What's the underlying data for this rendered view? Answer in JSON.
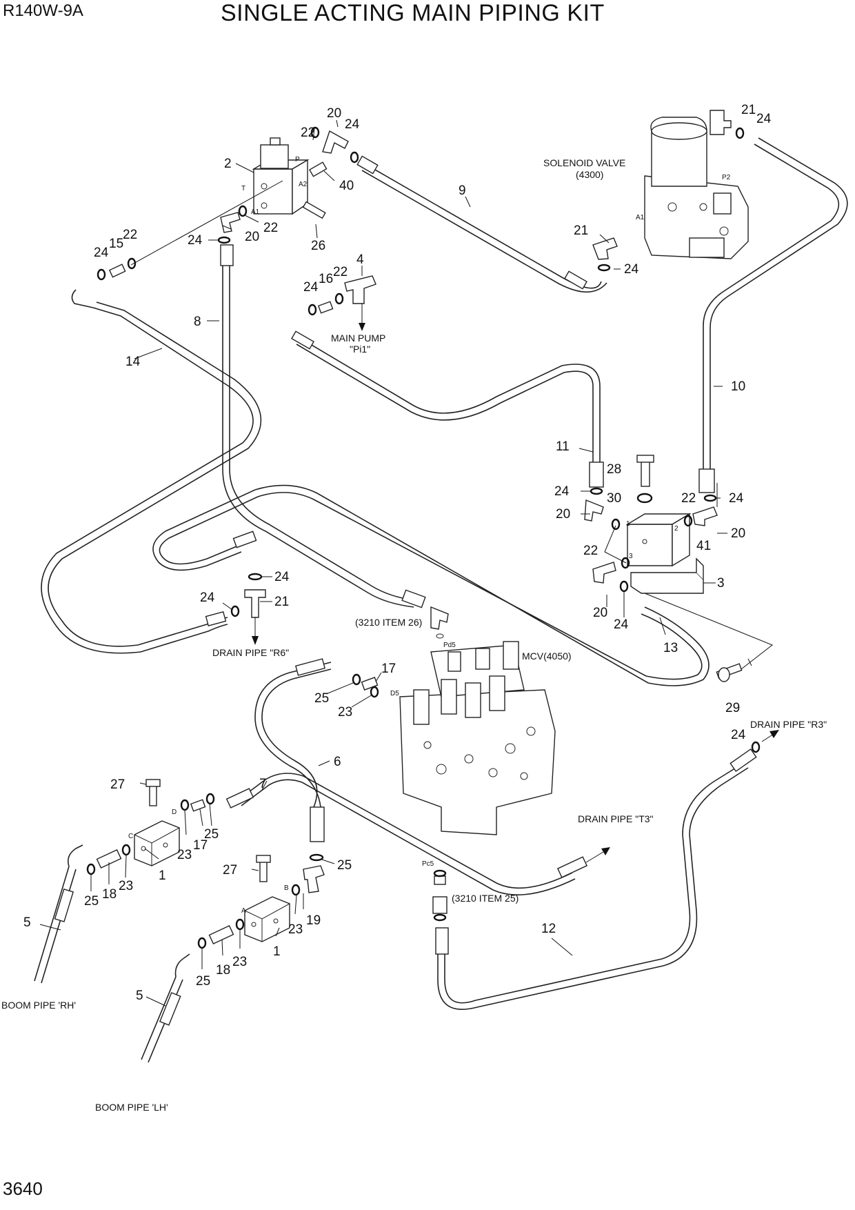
{
  "header": {
    "model": "R140W-9A",
    "title": "SINGLE ACTING MAIN PIPING KIT"
  },
  "page_number": "3640",
  "notes": {
    "solenoid_valve": "SOLENOID VALVE",
    "solenoid_valve_num": "(4300)",
    "main_pump": "MAIN PUMP",
    "main_pump_port": "\"Pi1\"",
    "drain_r6": "DRAIN PIPE \"R6\"",
    "drain_r3": "DRAIN PIPE \"R3\"",
    "drain_t3": "DRAIN PIPE \"T3\"",
    "mcv": "MCV(4050)",
    "item26": "(3210 ITEM 26)",
    "item25": "(3210 ITEM 25)",
    "boom_rh": "BOOM PIPE 'RH'",
    "boom_lh": "BOOM PIPE 'LH'"
  },
  "ports": {
    "P": "P",
    "T": "T",
    "A1": "A1",
    "A2": "A2",
    "P2": "P2",
    "one": "1",
    "two": "2",
    "three": "3",
    "Pd5": "Pd5",
    "D5": "D5",
    "Pc5": "Pc5",
    "A": "A",
    "B": "B",
    "C": "C",
    "D": "D"
  },
  "callouts": [
    {
      "id": "c1",
      "text": "2"
    },
    {
      "id": "c2",
      "text": "22"
    },
    {
      "id": "c3",
      "text": "20"
    },
    {
      "id": "c4",
      "text": "24"
    },
    {
      "id": "c5",
      "text": "40"
    },
    {
      "id": "c6",
      "text": "22"
    },
    {
      "id": "c7",
      "text": "20"
    },
    {
      "id": "c8",
      "text": "26"
    },
    {
      "id": "c9",
      "text": "24"
    },
    {
      "id": "c10",
      "text": "15"
    },
    {
      "id": "c11",
      "text": "22"
    },
    {
      "id": "c12",
      "text": "24"
    },
    {
      "id": "c13",
      "text": "9"
    },
    {
      "id": "c14",
      "text": "21"
    },
    {
      "id": "c15",
      "text": "24"
    },
    {
      "id": "c16",
      "text": "21"
    },
    {
      "id": "c17",
      "text": "24"
    },
    {
      "id": "c18",
      "text": "4"
    },
    {
      "id": "c19",
      "text": "16"
    },
    {
      "id": "c20",
      "text": "22"
    },
    {
      "id": "c21",
      "text": "24"
    },
    {
      "id": "c22",
      "text": "8"
    },
    {
      "id": "c23",
      "text": "14"
    },
    {
      "id": "c24",
      "text": "10"
    },
    {
      "id": "c25",
      "text": "11"
    },
    {
      "id": "c26",
      "text": "28"
    },
    {
      "id": "c27",
      "text": "24"
    },
    {
      "id": "c28",
      "text": "30"
    },
    {
      "id": "c29",
      "text": "22"
    },
    {
      "id": "c30",
      "text": "24"
    },
    {
      "id": "c31",
      "text": "20"
    },
    {
      "id": "c32",
      "text": "20"
    },
    {
      "id": "c33",
      "text": "41"
    },
    {
      "id": "c34",
      "text": "22"
    },
    {
      "id": "c35",
      "text": "3"
    },
    {
      "id": "c36",
      "text": "20"
    },
    {
      "id": "c37",
      "text": "24"
    },
    {
      "id": "c38",
      "text": "13"
    },
    {
      "id": "c39",
      "text": "24"
    },
    {
      "id": "c40",
      "text": "24"
    },
    {
      "id": "c41",
      "text": "21"
    },
    {
      "id": "c42",
      "text": "17"
    },
    {
      "id": "c43",
      "text": "25"
    },
    {
      "id": "c44",
      "text": "23"
    },
    {
      "id": "c45",
      "text": "29"
    },
    {
      "id": "c46",
      "text": "24"
    },
    {
      "id": "c47",
      "text": "6"
    },
    {
      "id": "c48",
      "text": "27"
    },
    {
      "id": "c49",
      "text": "7"
    },
    {
      "id": "c50",
      "text": "25"
    },
    {
      "id": "c51",
      "text": "17"
    },
    {
      "id": "c52",
      "text": "23"
    },
    {
      "id": "c53",
      "text": "23"
    },
    {
      "id": "c54",
      "text": "1"
    },
    {
      "id": "c55",
      "text": "18"
    },
    {
      "id": "c56",
      "text": "25"
    },
    {
      "id": "c57",
      "text": "5"
    },
    {
      "id": "c58",
      "text": "27"
    },
    {
      "id": "c59",
      "text": "25"
    },
    {
      "id": "c60",
      "text": "19"
    },
    {
      "id": "c61",
      "text": "23"
    },
    {
      "id": "c62",
      "text": "1"
    },
    {
      "id": "c63",
      "text": "23"
    },
    {
      "id": "c64",
      "text": "18"
    },
    {
      "id": "c65",
      "text": "25"
    },
    {
      "id": "c66",
      "text": "5"
    },
    {
      "id": "c67",
      "text": "12"
    }
  ]
}
